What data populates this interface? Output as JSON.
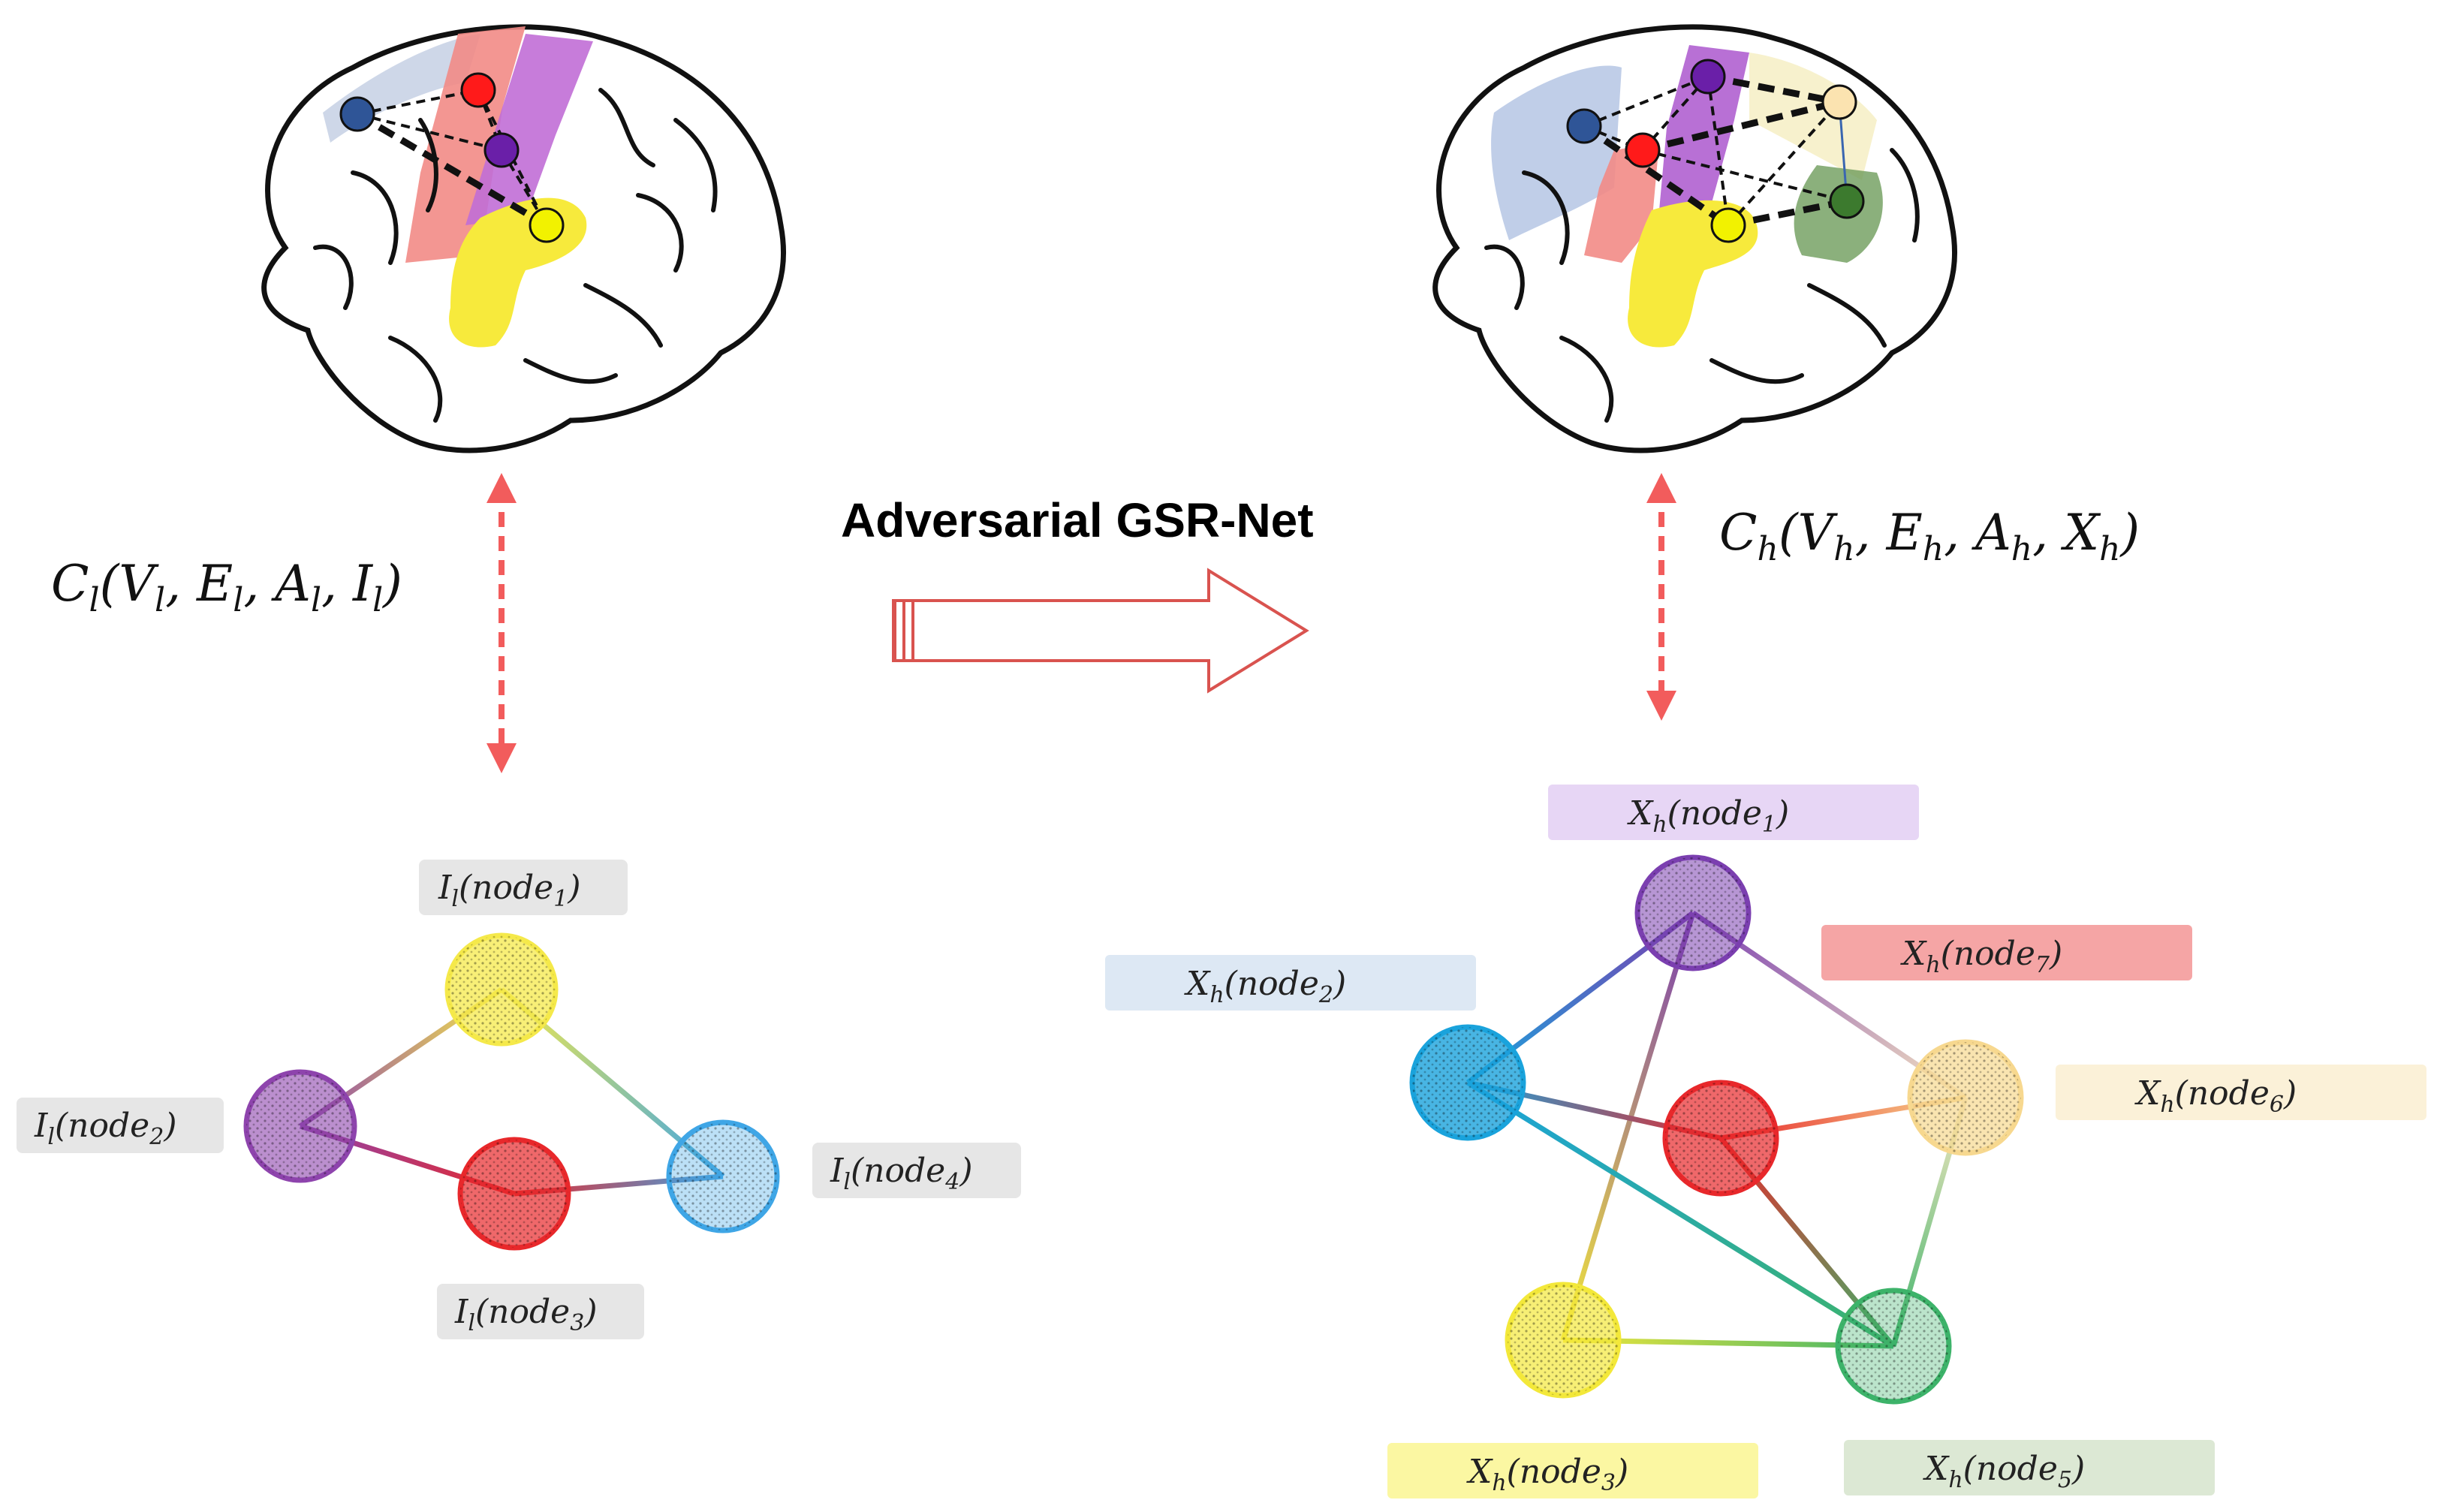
{
  "title": "Adversarial GSR-Net",
  "low_res": {
    "formula": {
      "C": "C",
      "l": "l",
      "V": "V",
      "E": "E",
      "A": "A",
      "I": "I"
    },
    "node_labels": [
      {
        "base": "I",
        "sub": "l",
        "name": "node",
        "idx": "1"
      },
      {
        "base": "I",
        "sub": "l",
        "name": "node",
        "idx": "2"
      },
      {
        "base": "I",
        "sub": "l",
        "name": "node",
        "idx": "3"
      },
      {
        "base": "I",
        "sub": "l",
        "name": "node",
        "idx": "4"
      }
    ],
    "node_colors": {
      "node1": "#f5e94a",
      "node2": "#8e44ad",
      "node3": "#e8282b",
      "node4": "#3fa6e6"
    }
  },
  "high_res": {
    "formula": {
      "C": "C",
      "h": "h",
      "V": "V",
      "E": "E",
      "A": "A",
      "X": "X"
    },
    "node_labels": [
      {
        "base": "X",
        "sub": "h",
        "name": "node",
        "idx": "1"
      },
      {
        "base": "X",
        "sub": "h",
        "name": "node",
        "idx": "2"
      },
      {
        "base": "X",
        "sub": "h",
        "name": "node",
        "idx": "3"
      },
      {
        "base": "X",
        "sub": "h",
        "name": "node",
        "idx": "5"
      },
      {
        "base": "X",
        "sub": "h",
        "name": "node",
        "idx": "6"
      },
      {
        "base": "X",
        "sub": "h",
        "name": "node",
        "idx": "7"
      }
    ],
    "label_colors": {
      "node1": "#e7d6f5",
      "node2": "#dde8f4",
      "node3": "#fbf7a2",
      "node5": "#dce8d4",
      "node6": "#fbf1d8",
      "node7": "#f5a5a5"
    },
    "node_colors": {
      "node1": "#7b3fb0",
      "node2": "#1aa3dc",
      "node3": "#f3e83a",
      "node4": "#e8282b",
      "node5": "#3db36a",
      "node6": "#f7d88f"
    }
  },
  "colors": {
    "arrow_dashed": "#f25c5c",
    "big_arrow": "#d9534f",
    "label_bg_low": "#e6e6e6"
  }
}
